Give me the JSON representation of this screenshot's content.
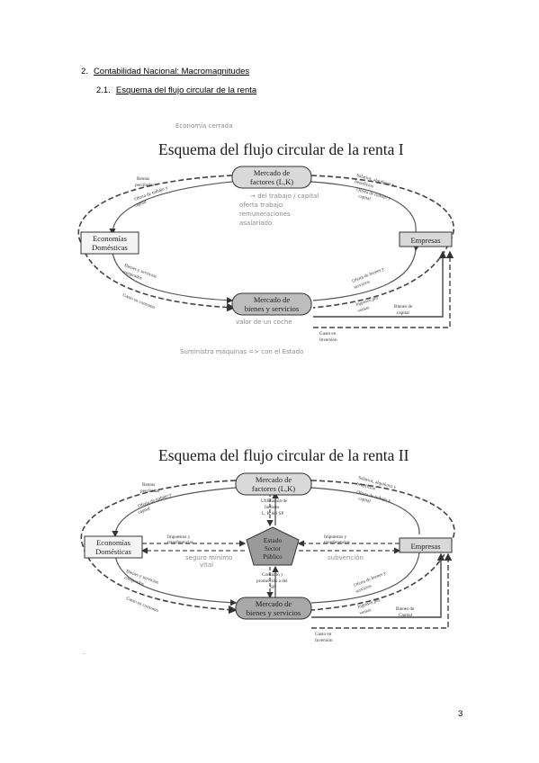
{
  "headings": {
    "h1_num": "2.",
    "h1_text": "Contabilidad Nacional: Macromagnitudes",
    "h2_num": "2.1.",
    "h2_text": "Esquema del flujo circular de la renta"
  },
  "diagram1": {
    "handwritten_top": "Economía cerrada",
    "title": "Esquema del flujo circular de la renta I",
    "factors_market": [
      "Mercado de",
      "factores (L,K)"
    ],
    "households": [
      "Economías",
      "Domésticas"
    ],
    "firms": "Empresas",
    "goods_market": [
      "Mercado de",
      "bienes y servicios"
    ],
    "rentas": [
      "Rentas",
      "percibidas"
    ],
    "oferta_trabajo_left": [
      "Oferta de trabajo y",
      "capital"
    ],
    "salarios": [
      "Salarios, alquileres y",
      "beneficios"
    ],
    "oferta_trabajo_right": [
      "Oferta de trabajo y",
      "capital"
    ],
    "bienes_comprados": [
      "Bienes y servicios",
      "comprados"
    ],
    "gasto_consumo": "Gasto en consumo",
    "oferta_bienes": [
      "Oferta de bienes y",
      "servicios"
    ],
    "ingresos_ventas": [
      "Ingresos por",
      "ventas"
    ],
    "bienes_capital": [
      "Bienes de",
      "capital"
    ],
    "gasto_inversion": [
      "Gasto en",
      "Inversión"
    ],
    "hand_notes": [
      "→ del trabajo / capital",
      "oferta trabajo",
      "remuneraciones",
      "asalariado",
      "valor de un coche"
    ],
    "handwritten_bottom": "Suministra máquinas => con el Estado"
  },
  "diagram2": {
    "title": "Esquema del flujo circular de la renta II",
    "factors_market": [
      "Mercado de",
      "factores (L,K)"
    ],
    "households": [
      "Economías",
      "Domésticas"
    ],
    "firms": "Empresas",
    "goods_market": [
      "Mercado de",
      "bienes y servicios"
    ],
    "state": [
      "Estado",
      "Sector",
      "Público"
    ],
    "rentas": [
      "Rentas",
      "percibidas"
    ],
    "oferta_trabajo_left": [
      "Oferta de trabajo y",
      "capital"
    ],
    "salarios": [
      "Salarios, alquileres y",
      "beneficios"
    ],
    "oferta_trabajo_right": [
      "Oferta de trabajo y",
      "capital"
    ],
    "utilizacion": [
      "Utilización de",
      "factores",
      "L, K del SP"
    ],
    "impuestos_left": [
      "Impuestos y",
      "transferencias"
    ],
    "impuestos_right": [
      "Impuestos y",
      "transferencias"
    ],
    "hand_left": [
      "seguro mínimo",
      "vital"
    ],
    "hand_right": "subvención",
    "consumo_sp": [
      "Consumo y",
      "producción a del",
      "SP"
    ],
    "bienes_comprados": [
      "Bienes y servicios",
      "comprados"
    ],
    "gasto_consumo": "Gasto en consumo",
    "oferta_bienes": [
      "Oferta de bienes y",
      "servicios"
    ],
    "ingresos_ventas": [
      "Ingresos por",
      "ventas"
    ],
    "bienes_capital": [
      "Bienes de",
      "Capital"
    ],
    "gasto_inversion": [
      "Gasto en",
      "Inversión"
    ]
  },
  "page_number": "3",
  "stray_mark": "."
}
